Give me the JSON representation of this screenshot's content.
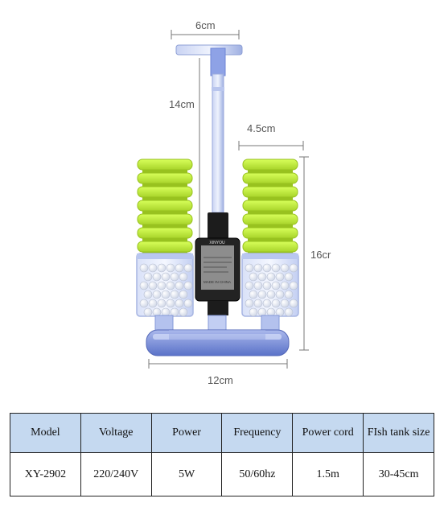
{
  "dimensions": {
    "top_width": "6cm",
    "riser_height": "14cm",
    "sponge_width": "4.5cm",
    "total_height": "16cr",
    "base_width": "12cm"
  },
  "pump_label": {
    "brand": "XINYOU",
    "origin": "MADE IN CHINA"
  },
  "colors": {
    "sponge": "#c2f03a",
    "sponge_shadow": "#98c21f",
    "tube": "#a9b8e6",
    "base": "#6f86d6",
    "header_fill": "#c5d9f0"
  },
  "spec_table": {
    "headers": [
      "Model",
      "Voltage",
      "Power",
      "Frequency",
      "Power cord",
      "FIsh tank size"
    ],
    "rows": [
      [
        "XY-2902",
        "220/240V",
        "5W",
        "50/60hz",
        "1.5m",
        "30-45cm"
      ]
    ]
  }
}
